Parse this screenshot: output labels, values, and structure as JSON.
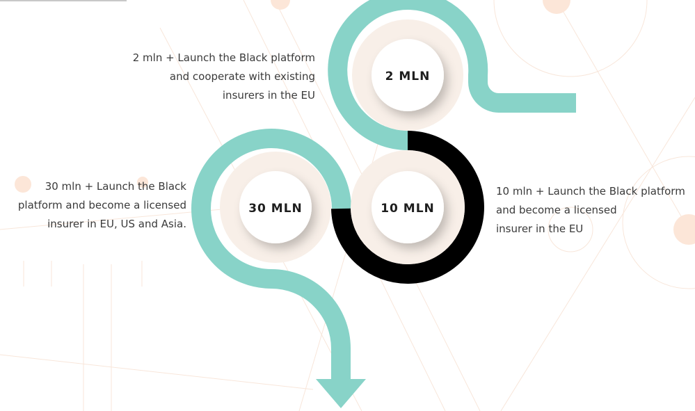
{
  "colors": {
    "accent": "#88d3c8",
    "dark": "#000000",
    "ring": "#f8efe8",
    "bg_line": "#f8e6da",
    "bg_dot": "#fce6d8"
  },
  "icons": {
    "arrow": "arrow-down-icon"
  },
  "milestones": [
    {
      "label": "2 MLN",
      "description": [
        "2 mln + Launch the Black platform",
        "and cooperate with existing",
        "insurers in the EU"
      ]
    },
    {
      "label": "10 MLN",
      "description": [
        "10 mln + Launch the Black platform",
        "and become a licensed",
        "insurer in the EU"
      ]
    },
    {
      "label": "30 MLN",
      "description": [
        "30 mln + Launch the Black",
        "platform and become a licensed",
        "insurer in EU, US and Asia."
      ]
    }
  ]
}
